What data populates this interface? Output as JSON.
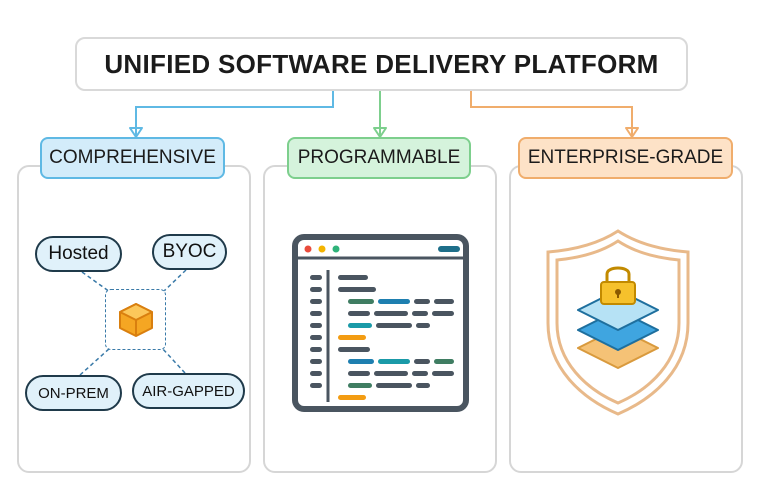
{
  "title": "UNIFIED SOFTWARE DELIVERY PLATFORM",
  "columns": [
    {
      "label": "COMPREHENSIVE",
      "color": "#5fb9e4"
    },
    {
      "label": "PROGRAMMABLE",
      "color": "#7dcf8d"
    },
    {
      "label": "ENTERPRISE-GRADE",
      "color": "#f0ad6c"
    }
  ],
  "deployment_options": {
    "hosted": "Hosted",
    "byoc": "BYOC",
    "on_prem": "ON-PREM",
    "air_gapped": "AIR-GAPPED"
  },
  "icons": {
    "center": "cube-icon",
    "editor": "code-editor-icon",
    "security": "shield-lock-icon"
  }
}
